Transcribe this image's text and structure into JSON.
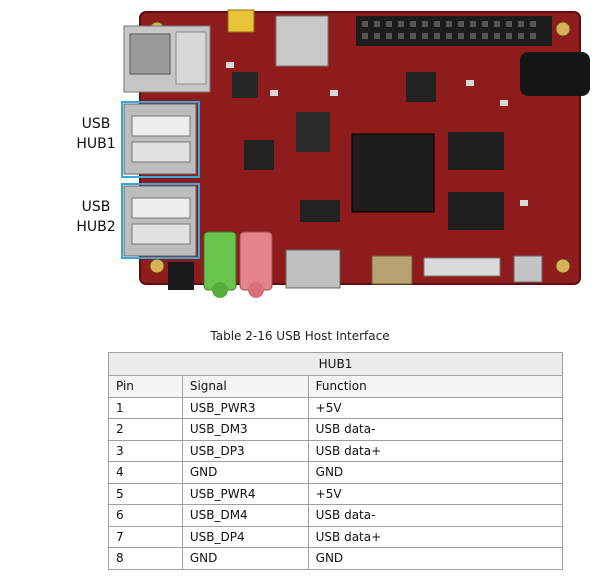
{
  "figure": {
    "hub1_label": [
      "USB",
      "HUB1"
    ],
    "hub2_label": [
      "USB",
      "HUB2"
    ],
    "highlight_color": "#38a8d8",
    "board_color": "#8b1a1a"
  },
  "caption": "Table 2-16 USB Host Interface",
  "table": {
    "group_header": "HUB1",
    "columns": [
      "Pin",
      "Signal",
      "Function"
    ],
    "rows": [
      [
        "1",
        "USB_PWR3",
        "+5V"
      ],
      [
        "2",
        "USB_DM3",
        "USB data-"
      ],
      [
        "3",
        "USB_DP3",
        "USB data+"
      ],
      [
        "4",
        "GND",
        "GND"
      ],
      [
        "5",
        "USB_PWR4",
        "+5V"
      ],
      [
        "6",
        "USB_DM4",
        "USB data-"
      ],
      [
        "7",
        "USB_DP4",
        "USB data+"
      ],
      [
        "8",
        "GND",
        "GND"
      ]
    ]
  }
}
